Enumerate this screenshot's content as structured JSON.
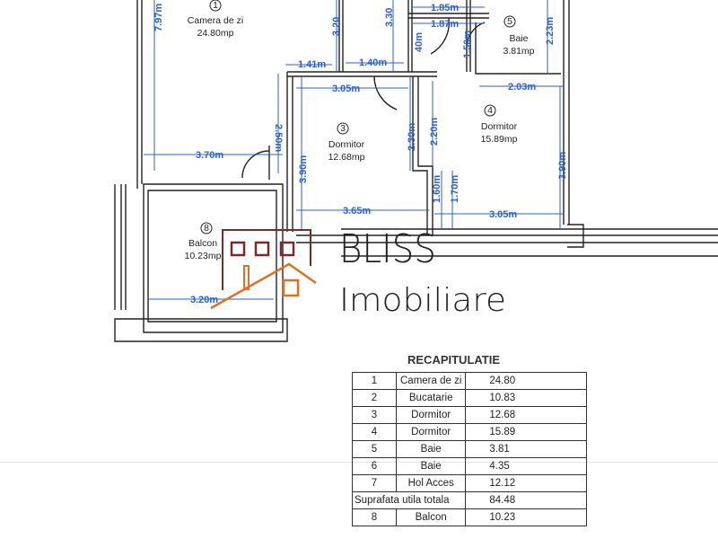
{
  "plan": {
    "rooms": [
      {
        "num": "1",
        "name": "Camera de zi",
        "area": "24.80mp"
      },
      {
        "num": "3",
        "name": "Dormitor",
        "area": "12.68mp"
      },
      {
        "num": "4",
        "name": "Dormitor",
        "area": "15.89mp"
      },
      {
        "num": "5",
        "name": "Baie",
        "area": "3.81mp"
      },
      {
        "num": "8",
        "name": "Balcon",
        "area": "10.23mp"
      }
    ],
    "dims": [
      "7.97m",
      "3.20",
      "3.30",
      "1.85m",
      "1.87m",
      "40m",
      "1.50m",
      "2.23m",
      "1.41m",
      "1.40m",
      "3.05m",
      "2.03m",
      "2.50m",
      "3.90m",
      "2.30m",
      "2.20m",
      "3.90m",
      "3.70m",
      "3.65m",
      "1.60m",
      "1.70m",
      "3.05m",
      "3.20m"
    ]
  },
  "logo": {
    "line1": "BLISS",
    "line2": "Imobiliare",
    "colors": {
      "dark": "#7a2a2a",
      "orange": "#e07020"
    }
  },
  "summary": {
    "title": "RECAPITULATIE",
    "rows": [
      {
        "no": "1",
        "name": "Camera de zi",
        "area": "24.80"
      },
      {
        "no": "2",
        "name": "Bucatarie",
        "area": "10.83"
      },
      {
        "no": "3",
        "name": "Dormitor",
        "area": "12.68"
      },
      {
        "no": "4",
        "name": "Dormitor",
        "area": "15.89"
      },
      {
        "no": "5",
        "name": "Baie",
        "area": "3.81"
      },
      {
        "no": "6",
        "name": "Baie",
        "area": "4.35"
      },
      {
        "no": "7",
        "name": "Hol Acces",
        "area": "12.12"
      }
    ],
    "total_label": "Suprafata utila totala",
    "total_value": "84.48",
    "extra": {
      "no": "8",
      "name": "Balcon",
      "area": "10.23"
    }
  }
}
